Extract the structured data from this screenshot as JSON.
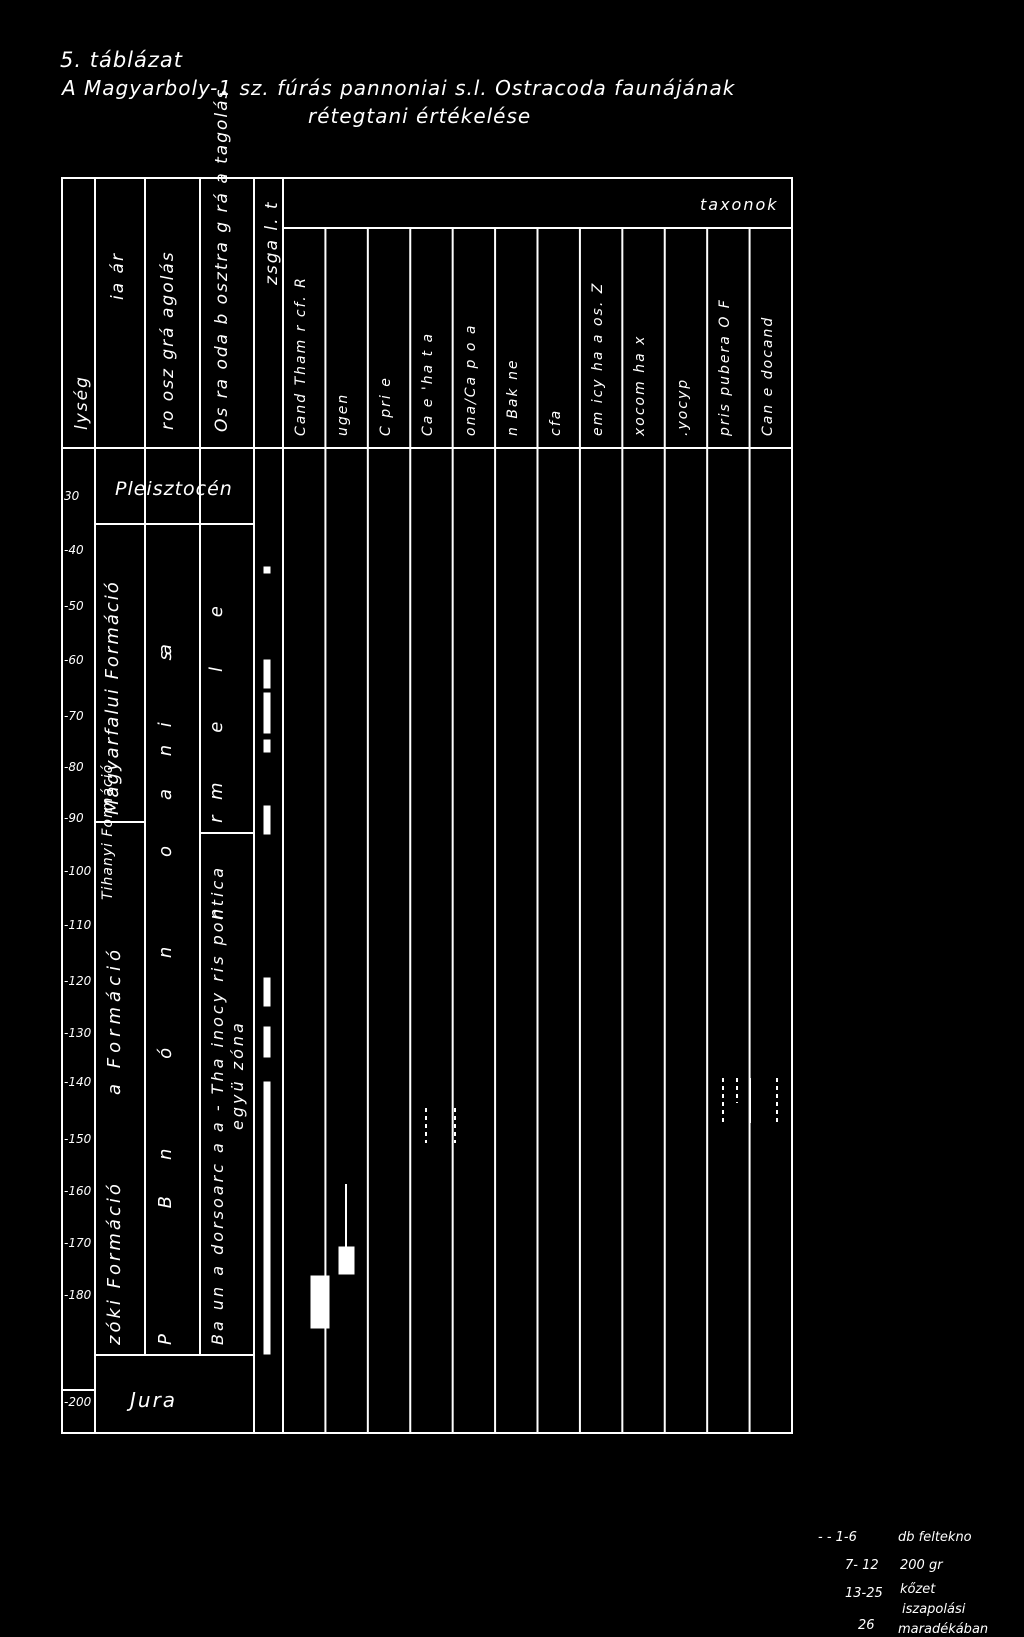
{
  "caption": {
    "line1": "5. táblázat",
    "line2": "A  Magyarboly-1 sz. fúrás pannoniai s.l. Ostracoda faunájának",
    "line3": "rétegtani  értékelése"
  },
  "header": {
    "depth_col": "lység",
    "col2": "ia ár",
    "col3": "ro osz grá agolás",
    "col4": "Os ra oda b osztra g rá a tagolás",
    "col5": "zsga l. t",
    "taxa_title": "taxonok",
    "taxa": [
      "Cand Tham r cf. R",
      "ugen",
      "C pri e",
      "Ca e 'ha t a",
      "ona/Ca p o a",
      "n Bak ne",
      "cfa",
      "em icy ha a os. Z",
      "xocom ha x",
      ".yocyp",
      "pris pubera O F",
      "Can e docand"
    ]
  },
  "depths": [
    "30",
    "-40",
    "-50",
    "-60",
    "-70",
    "-80",
    "-90",
    "-100",
    "-110",
    "-120",
    "-130",
    "-140",
    "-150",
    "-160",
    "-170",
    "-180",
    "-200"
  ],
  "strat": {
    "pleisztocen": "Pleisztocén",
    "magyarfalui": "Magyarfalui Formáció",
    "tihanyi": "Tihanyi Formáció",
    "col2_lower": "a Formáció",
    "col2_bottom": "zóki Formáció",
    "jura": "Jura",
    "col3_a": "a i s",
    "col3_b": "n ó n o n a",
    "col3_c": "P B",
    "col4_a": "m e l e",
    "col4_b": "n r",
    "col4_c": "Ba un a dorsoarc a a - Tha inocy ris pontica",
    "col4_d": "együ zóna"
  },
  "legend": {
    "r1": "- - 1-6",
    "r2": "7- 12",
    "r3": "13-25",
    "r4": "26",
    "b1": "db feltekno",
    "b2": "200 gr",
    "b3": "kőzet",
    "b4": "iszapolási",
    "b5": "maradékában"
  }
}
